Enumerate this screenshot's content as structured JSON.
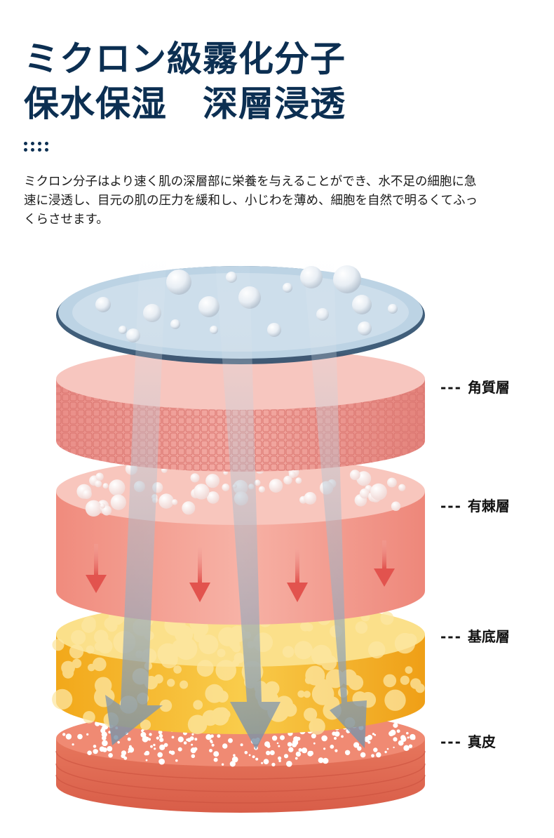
{
  "headline": {
    "line1": "ミクロン級霧化分子",
    "line2": "保水保湿　深層浸透"
  },
  "description": "ミクロン分子はより速く肌の深層部に栄養を与えることができ、水不足の細胞に急速に浸透し、目元の肌の圧力を緩和し、小じわを薄め、細胞を自然で明るくてふっくらさせます。",
  "layers": [
    {
      "dash": "---",
      "name": "角質層"
    },
    {
      "dash": "---",
      "name": "有棘層"
    },
    {
      "dash": "---",
      "name": "基底層"
    },
    {
      "dash": "---",
      "name": "真皮"
    }
  ],
  "colors": {
    "headline": "#0c2f52",
    "water_disc": "#a9c6dc",
    "stratum_corneum": "#f2a8a2",
    "spinous_layer": "#f39a8e",
    "basal_layer": "#f6c23a",
    "dermis": "#e9785f",
    "arrow": "#7e93a6",
    "down_arrow": "#e2534e"
  }
}
